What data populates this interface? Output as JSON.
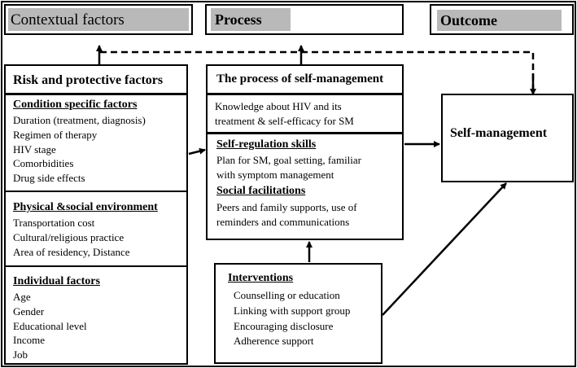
{
  "headers": {
    "contextual": "Contextual factors",
    "process": "Process",
    "outcome": "Outcome"
  },
  "risk": {
    "title": "Risk and protective factors",
    "condition": {
      "heading": "Condition specific factors",
      "items": [
        "Duration (treatment, diagnosis)",
        "Regimen of therapy",
        "HIV stage",
        "Comorbidities",
        "Drug side effects"
      ]
    },
    "environment": {
      "heading": "Physical &social environment",
      "items": [
        "Transportation cost",
        "Cultural/religious practice",
        "Area of residency, Distance"
      ]
    },
    "individual": {
      "heading": "Individual factors",
      "items": [
        "Age",
        "Gender",
        "Educational level",
        "Income",
        "Job"
      ]
    }
  },
  "process": {
    "title": "The process of self-management",
    "knowledge": [
      "Knowledge about HIV and its",
      "treatment & self-efficacy for SM"
    ],
    "selfregulation": {
      "heading": "Self-regulation skills",
      "lines": [
        "Plan for SM, goal setting, familiar",
        "with symptom management"
      ]
    },
    "social": {
      "heading": "Social facilitations",
      "lines": [
        "Peers and family supports, use of",
        "reminders and communications"
      ]
    }
  },
  "interventions": {
    "heading": "Interventions",
    "items": [
      "Counselling or education",
      "Linking with support group",
      "Encouraging disclosure",
      "Adherence support"
    ]
  },
  "outcome": {
    "label": "Self-management"
  },
  "colors": {
    "header_fill": "#b9b9b9",
    "stroke": "#000000"
  }
}
